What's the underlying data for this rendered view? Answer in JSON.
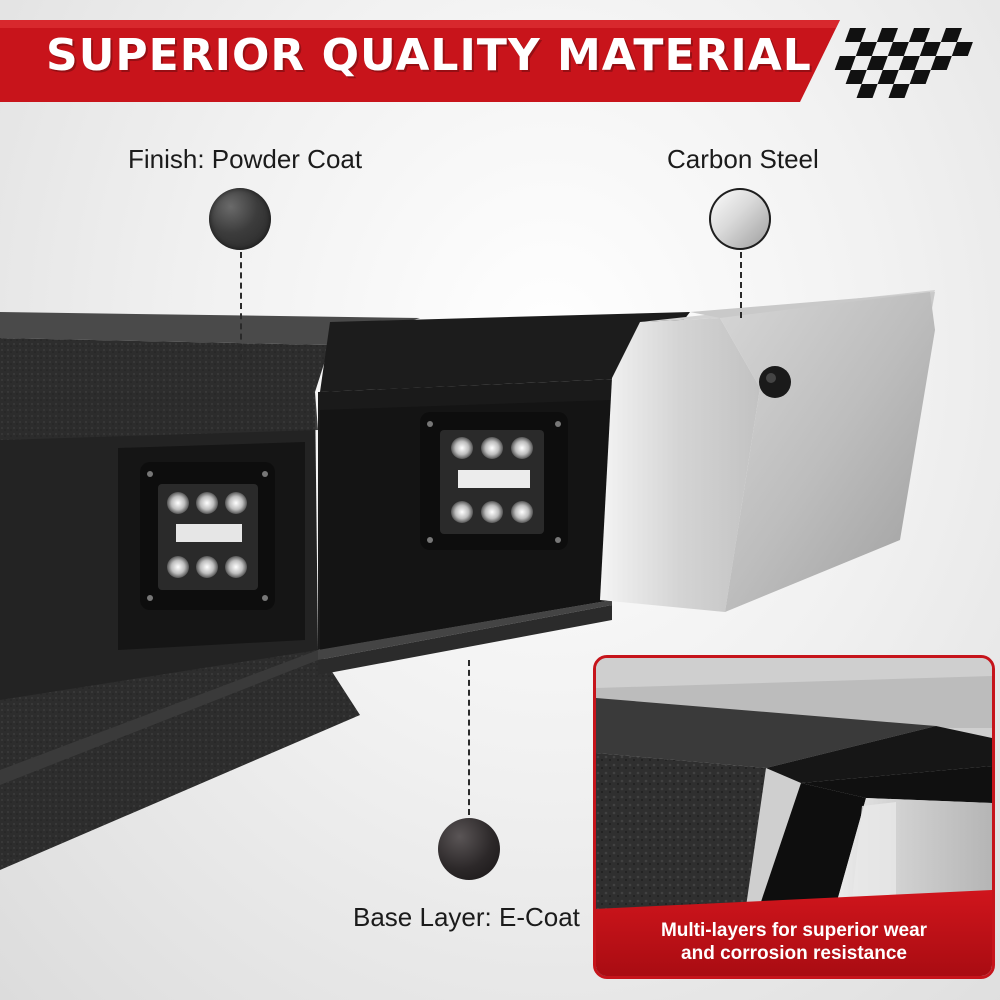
{
  "header": {
    "title": "SUPERIOR QUALITY MATERIAL",
    "banner_color": "#c8141b"
  },
  "callouts": {
    "finish": {
      "label": "Finish: Powder Coat",
      "icon": "powder-coat-swatch-icon"
    },
    "carbon": {
      "label": "Carbon Steel",
      "icon": "carbon-steel-swatch-icon"
    },
    "base": {
      "label": "Base Layer: E-Coat",
      "icon": "e-coat-swatch-icon"
    }
  },
  "inset": {
    "caption_line1": "Multi-layers for superior wear",
    "caption_line2": "and corrosion resistance",
    "border_color": "#c6141b"
  }
}
